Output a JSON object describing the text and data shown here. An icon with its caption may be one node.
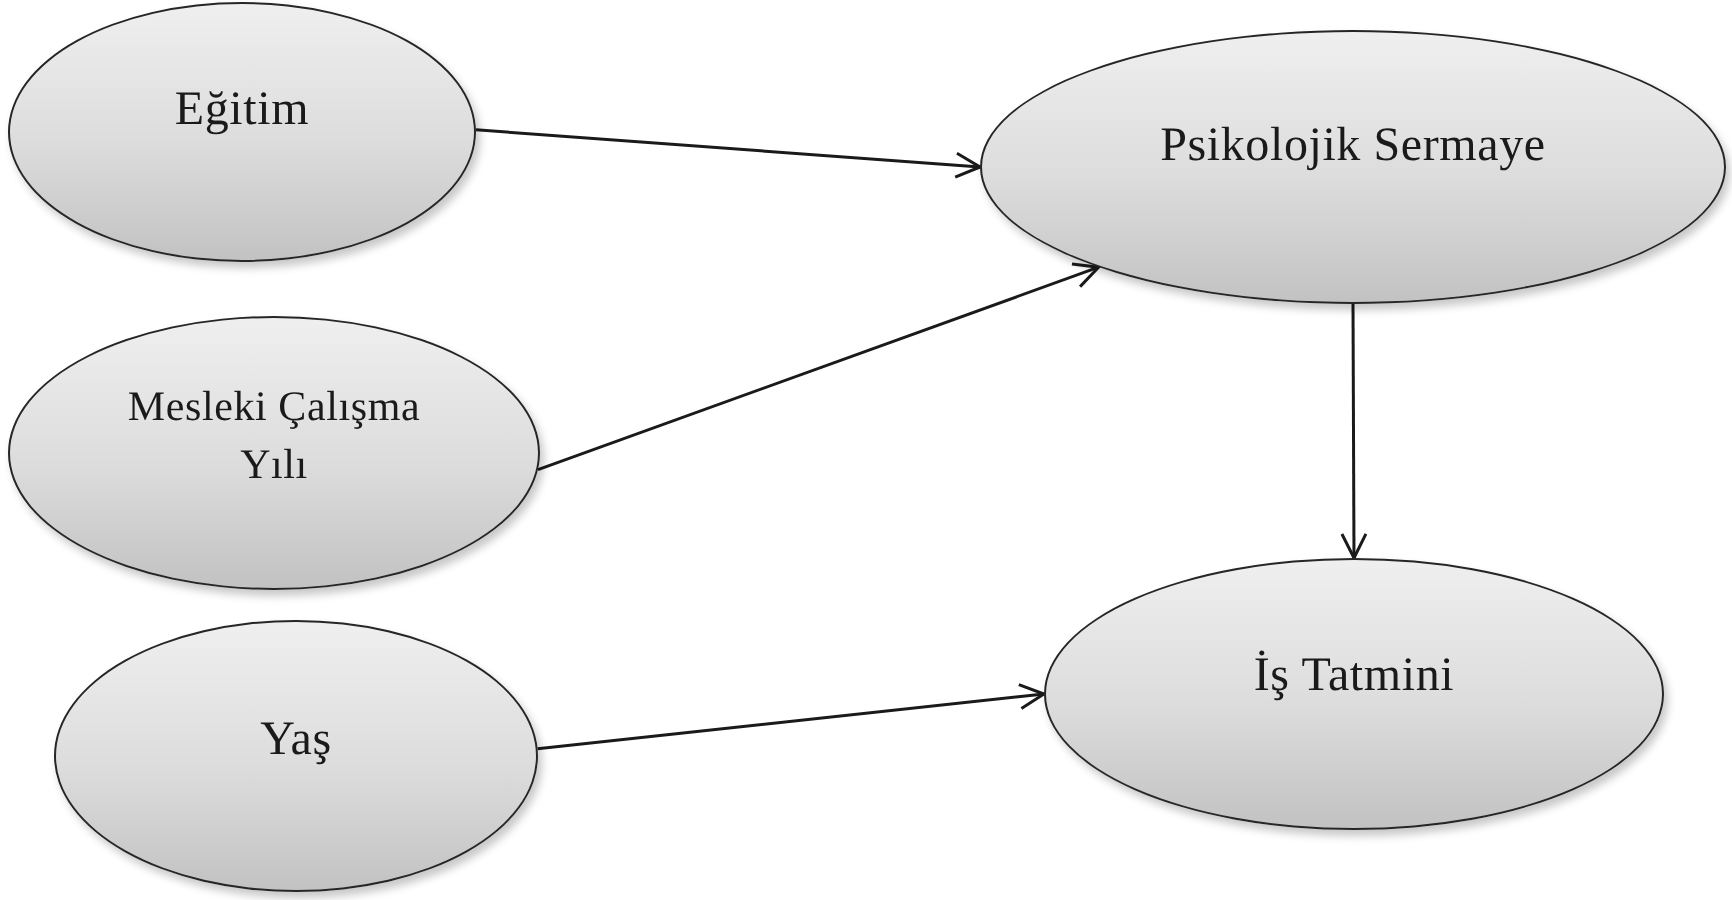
{
  "diagram": {
    "nodes": [
      {
        "text": [
          "Eğitim"
        ]
      },
      {
        "text": [
          "Mesleki Çalışma Yılı"
        ]
      },
      {
        "text": [
          "Yaş"
        ]
      },
      {
        "text": [
          "Psikolojik Sermaye"
        ]
      },
      {
        "text": [
          "İş Tatmini"
        ]
      }
    ],
    "edges": [
      {
        "from": 0,
        "to": 3,
        "arrow": "to"
      },
      {
        "from": 1,
        "to": 3,
        "arrow": "to"
      },
      {
        "from": 2,
        "to": 4,
        "arrow": "to"
      },
      {
        "from": 3,
        "to": 4,
        "arrow": "to"
      }
    ]
  }
}
